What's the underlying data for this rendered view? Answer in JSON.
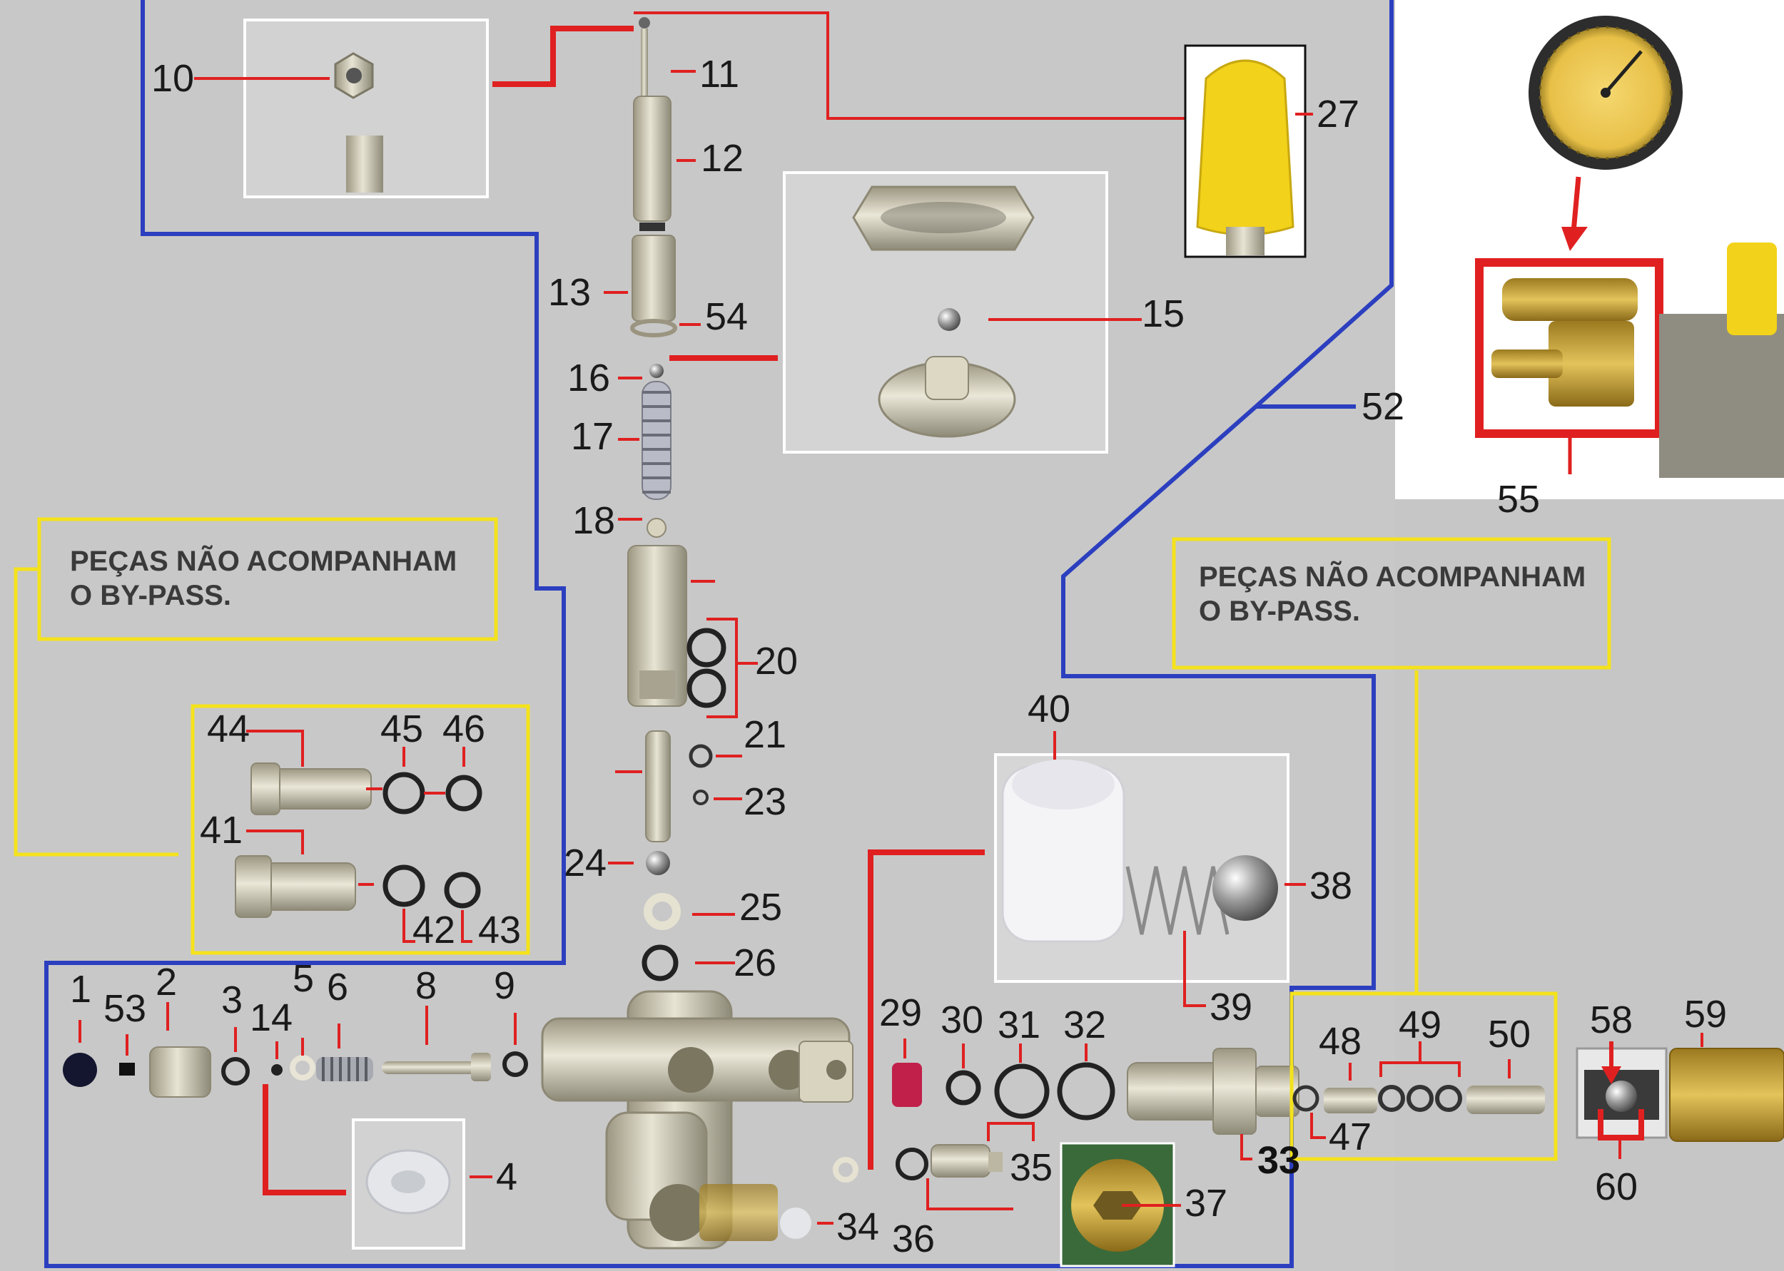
{
  "labels": {
    "p1": "1",
    "p2": "2",
    "p3": "3",
    "p4": "4",
    "p5": "5",
    "p6": "6",
    "p8": "8",
    "p9": "9",
    "p10": "10",
    "p11": "11",
    "p12": "12",
    "p13": "13",
    "p14": "14",
    "p15": "15",
    "p16": "16",
    "p17": "17",
    "p18": "18",
    "p20": "20",
    "p21": "21",
    "p23": "23",
    "p24": "24",
    "p25": "25",
    "p26": "26",
    "p27": "27",
    "p29": "29",
    "p30": "30",
    "p31": "31",
    "p32": "32",
    "p33": "33",
    "p34": "34",
    "p35": "35",
    "p36": "36",
    "p37": "37",
    "p38": "38",
    "p39": "39",
    "p40": "40",
    "p41": "41",
    "p42": "42",
    "p43": "43",
    "p44": "44",
    "p45": "45",
    "p46": "46",
    "p47": "47",
    "p48": "48",
    "p49": "49",
    "p50": "50",
    "p52": "52",
    "p53": "53",
    "p54": "54",
    "p55": "55",
    "p58": "58",
    "p59": "59",
    "p60": "60"
  },
  "notes": {
    "left_line1": "PEÇAS NÃO ACOMPANHAM",
    "left_line2": "O BY-PASS.",
    "right_line1": "PEÇAS NÃO ACOMPANHAM",
    "right_line2": "O BY-PASS."
  },
  "colors": {
    "background": "#c8c8c8",
    "leader_red": "#e02020",
    "boundary_blue": "#2b3fbf",
    "note_yellow": "#f4e21c",
    "cap_yellow": "#f2d21a"
  }
}
